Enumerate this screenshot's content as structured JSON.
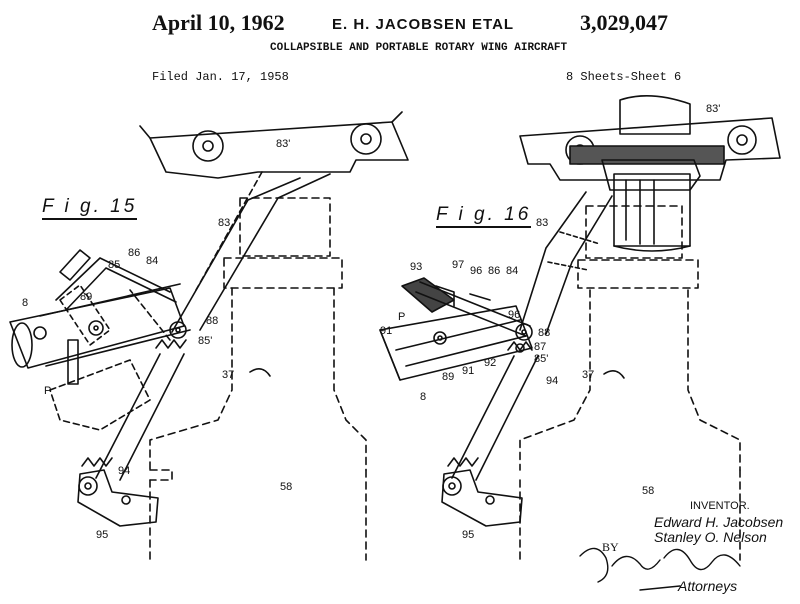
{
  "header": {
    "date": "April 10, 1962",
    "inventors": "E. H. JACOBSEN ETAL",
    "patent_number": "3,029,047",
    "title": "COLLAPSIBLE AND PORTABLE ROTARY WING AIRCRAFT",
    "filed": "Filed Jan. 17, 1958",
    "sheets": "8 Sheets-Sheet 6"
  },
  "figures": {
    "fig15": {
      "caption": "F i g. 15",
      "labels": {
        "l83p": "83'",
        "l83": "83",
        "l86": "86",
        "l85": "85",
        "l84": "84",
        "l8": "8",
        "l89": "89",
        "l88": "88",
        "l85p": "85'",
        "lP": "P",
        "l37": "37",
        "l94": "94",
        "l95": "95",
        "l58": "58"
      }
    },
    "fig16": {
      "caption": "F i g. 16",
      "labels": {
        "l83p": "83'",
        "l83": "83",
        "l93": "93",
        "l97": "97",
        "l96a": "96",
        "l86": "86",
        "l84": "84",
        "l96b": "96",
        "l88": "88",
        "l87": "87",
        "l85p": "85'",
        "lP": "P",
        "l91a": "91",
        "l91b": "91",
        "l92": "92",
        "l89": "89",
        "l8": "8",
        "l94": "94",
        "l37": "37",
        "l95": "95",
        "l58": "58"
      }
    }
  },
  "signature_block": {
    "inventor_label": "INVENTOR.",
    "inventor_1": "Edward H. Jacobsen",
    "inventor_2": "Stanley O. Nelson",
    "by": "BY",
    "signature": "Fryer & Johnson",
    "attorneys": "Attorneys"
  }
}
